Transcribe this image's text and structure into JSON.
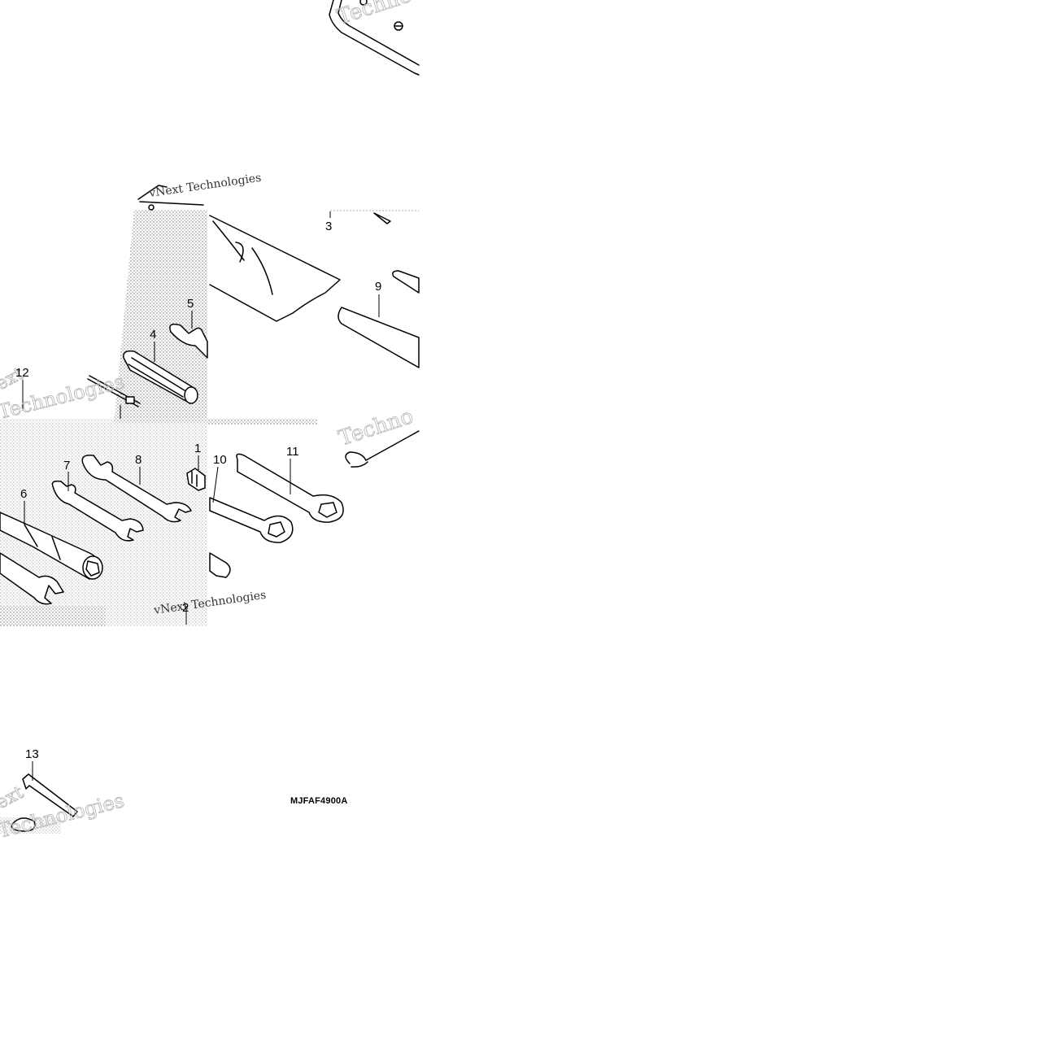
{
  "diagram": {
    "part_callouts": [
      {
        "id": "1",
        "label": "1"
      },
      {
        "id": "2",
        "label": "2"
      },
      {
        "id": "3",
        "label": "3"
      },
      {
        "id": "4",
        "label": "4"
      },
      {
        "id": "5",
        "label": "5"
      },
      {
        "id": "6",
        "label": "6"
      },
      {
        "id": "7",
        "label": "7"
      },
      {
        "id": "8",
        "label": "8"
      },
      {
        "id": "9",
        "label": "9"
      },
      {
        "id": "10",
        "label": "10"
      },
      {
        "id": "11",
        "label": "11"
      },
      {
        "id": "12",
        "label": "12"
      },
      {
        "id": "13",
        "label": "13"
      }
    ],
    "figure_code": "MJFAF4900A",
    "watermark_text": [
      "vNext Technologies",
      "Techno",
      "Technologies",
      "ext"
    ]
  }
}
